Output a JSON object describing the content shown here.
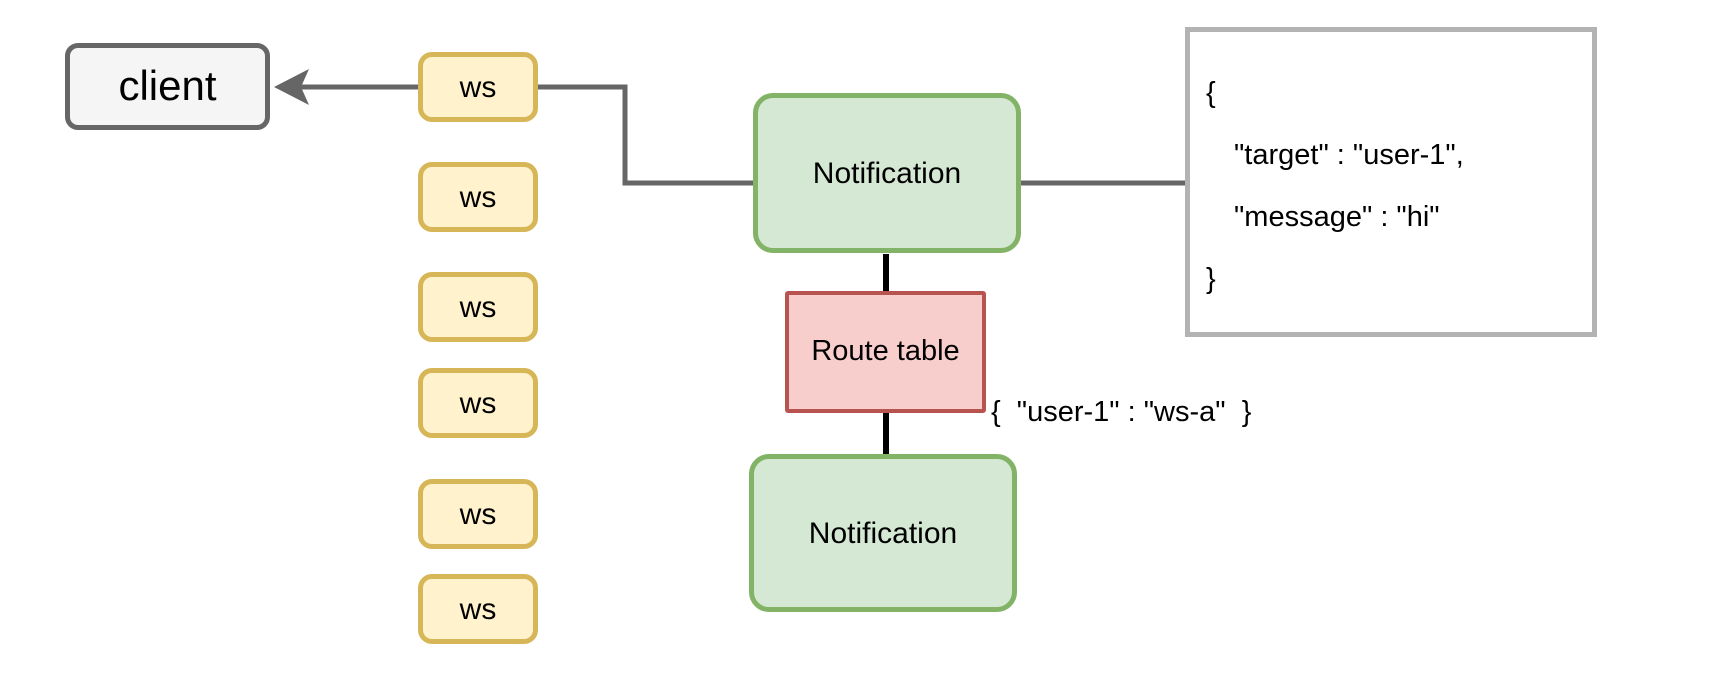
{
  "diagram": {
    "client": {
      "label": "client"
    },
    "websockets": {
      "label": "ws",
      "count": 6
    },
    "notification_top": {
      "label": "Notification"
    },
    "route_table": {
      "label": "Route table"
    },
    "notification_bottom": {
      "label": "Notification"
    },
    "message_payload": {
      "lines": [
        "{",
        "\"target\" : \"user-1\",",
        "\"message\" : \"hi\"",
        "}"
      ]
    },
    "route_annotation": {
      "text": "{  \"user-1\" : \"ws-a\"  }"
    }
  },
  "colors": {
    "client_fill": "#f5f5f5",
    "client_border": "#666666",
    "ws_fill": "#fff2cc",
    "ws_border": "#d6b656",
    "notification_fill": "#d5e8d4",
    "notification_border": "#82b366",
    "route_fill": "#f8cecc",
    "route_border": "#b85450",
    "json_box_border": "#b3b3b3",
    "connector_gray": "#666666",
    "connector_black": "#000000"
  }
}
